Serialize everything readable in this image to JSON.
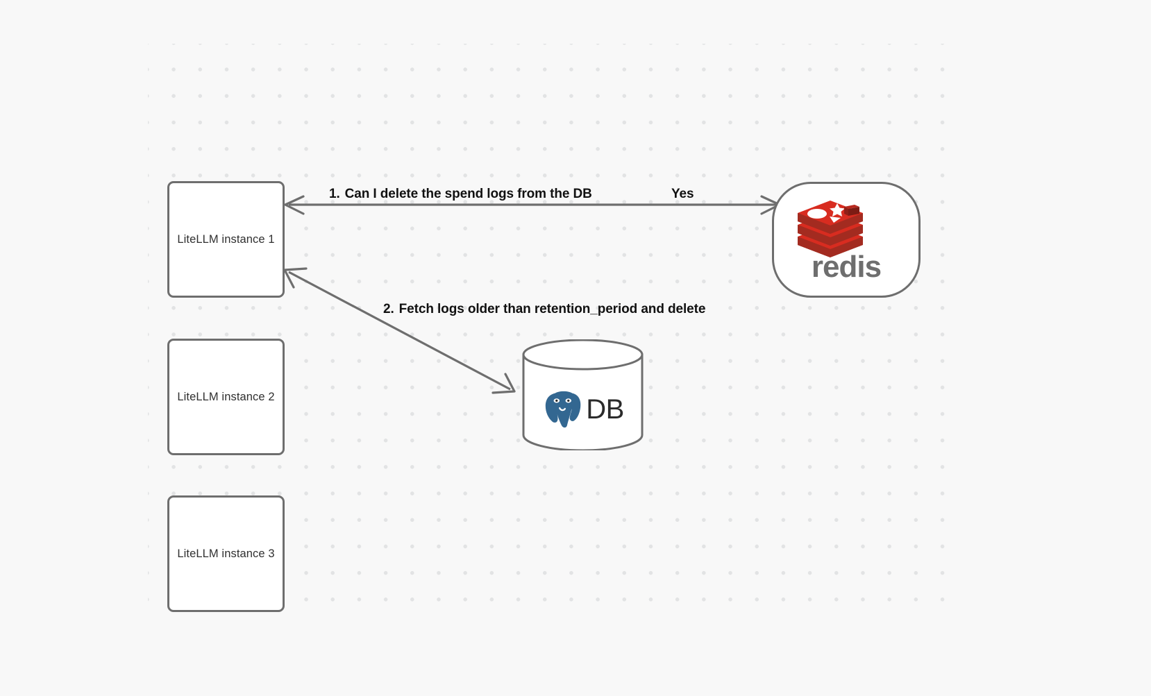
{
  "canvas": {
    "background_color": "#f8f8f8",
    "dot_color": "#e2e3e4"
  },
  "nodes": [
    {
      "id": "instance-1",
      "label": "LiteLLM instance 1",
      "shape": "rounded-rect"
    },
    {
      "id": "instance-2",
      "label": "LiteLLM instance 2",
      "shape": "rounded-rect"
    },
    {
      "id": "instance-3",
      "label": "LiteLLM instance 3",
      "shape": "rounded-rect"
    },
    {
      "id": "redis",
      "label": "redis",
      "shape": "stadium",
      "logo": "redis-logo",
      "brand_color": "#d82c20"
    },
    {
      "id": "database",
      "label": "DB",
      "shape": "cylinder",
      "logo": "postgresql-elephant-icon",
      "brand_color": "#336791"
    }
  ],
  "edges": [
    {
      "id": "edge-instance1-redis",
      "from": "instance-1",
      "to": "redis",
      "direction": "bidirectional",
      "step_number": "1.",
      "label": "Can I delete the spend logs from the DB",
      "reply_label": "Yes"
    },
    {
      "id": "edge-instance1-database",
      "from": "instance-1",
      "to": "database",
      "direction": "bidirectional",
      "step_number": "2.",
      "label": "Fetch logs older than retention_period and delete"
    }
  ],
  "labels": {
    "instance_1": "LiteLLM instance 1",
    "instance_2": "LiteLLM instance 2",
    "instance_3": "LiteLLM instance 3",
    "redis_wordmark": "redis",
    "db_text": "DB",
    "step_1_number": "1.",
    "step_1_text": "Can I delete the spend logs from the DB",
    "yes_text": "Yes",
    "step_2_number": "2.",
    "step_2_text": "Fetch logs older than retention_period and delete"
  }
}
